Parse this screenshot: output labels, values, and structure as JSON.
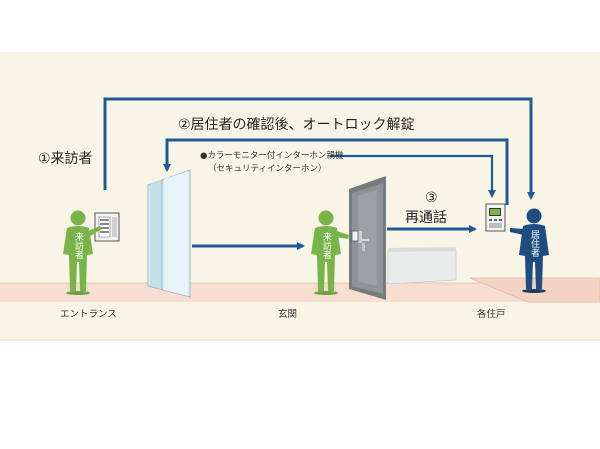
{
  "steps": {
    "step1": "①来訪者",
    "step2": "②居住者の確認後、オートロック解錠",
    "step3_num": "③",
    "step3_text": "再通話"
  },
  "device": {
    "line1": "●カラーモニター付インターホン親機",
    "line2": "（セキュリティインターホン）"
  },
  "places": {
    "entrance": "エントランス",
    "hall": "玄関",
    "unit": "各住戸"
  },
  "figures": {
    "visitor": "来訪者",
    "resident": "居住者"
  },
  "colors": {
    "arrow": "#1f5a96",
    "visitor": "#79b44b",
    "resident": "#1e4d80",
    "floor": "#f7ded0",
    "room_bg": "#f8f5e7"
  }
}
